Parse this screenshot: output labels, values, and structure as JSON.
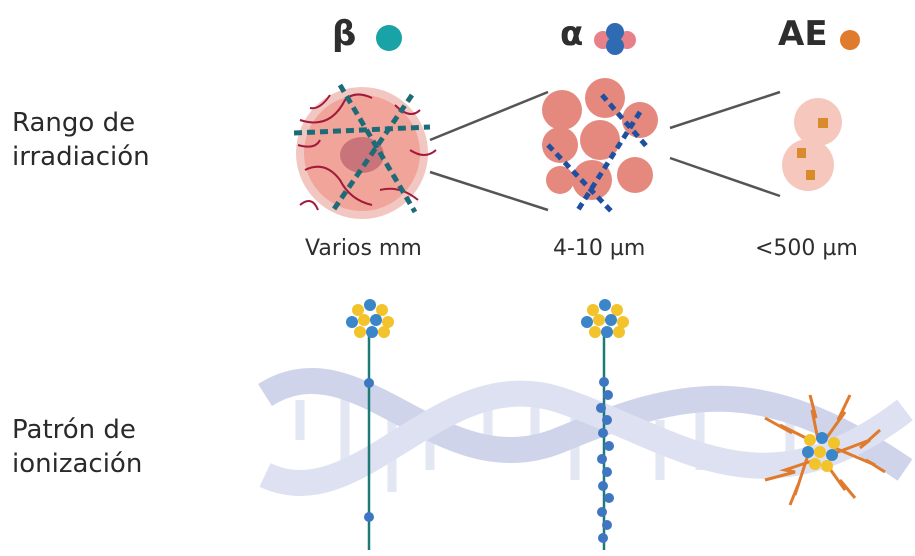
{
  "row_labels": {
    "range_line1": "Rango de",
    "range_line2": "irradiación",
    "ion_line1": "Patrón de",
    "ion_line2": "ionización"
  },
  "columns": [
    {
      "symbol": "β",
      "range": "Varios mm"
    },
    {
      "symbol": "α",
      "range": "4-10 µm"
    },
    {
      "symbol": "AE",
      "range": "<500 µm"
    }
  ],
  "colors": {
    "beta_particle": "#1aa3a6",
    "alpha_red": "#e8808a",
    "alpha_blue": "#2f6bb3",
    "ae_particle": "#e07a2c",
    "tissue": "#f0a49a",
    "dashed_track": "#1e6b78",
    "dna": "#d7dcef",
    "nucleon_yellow": "#f2c32a",
    "nucleon_blue": "#3a86c9"
  }
}
